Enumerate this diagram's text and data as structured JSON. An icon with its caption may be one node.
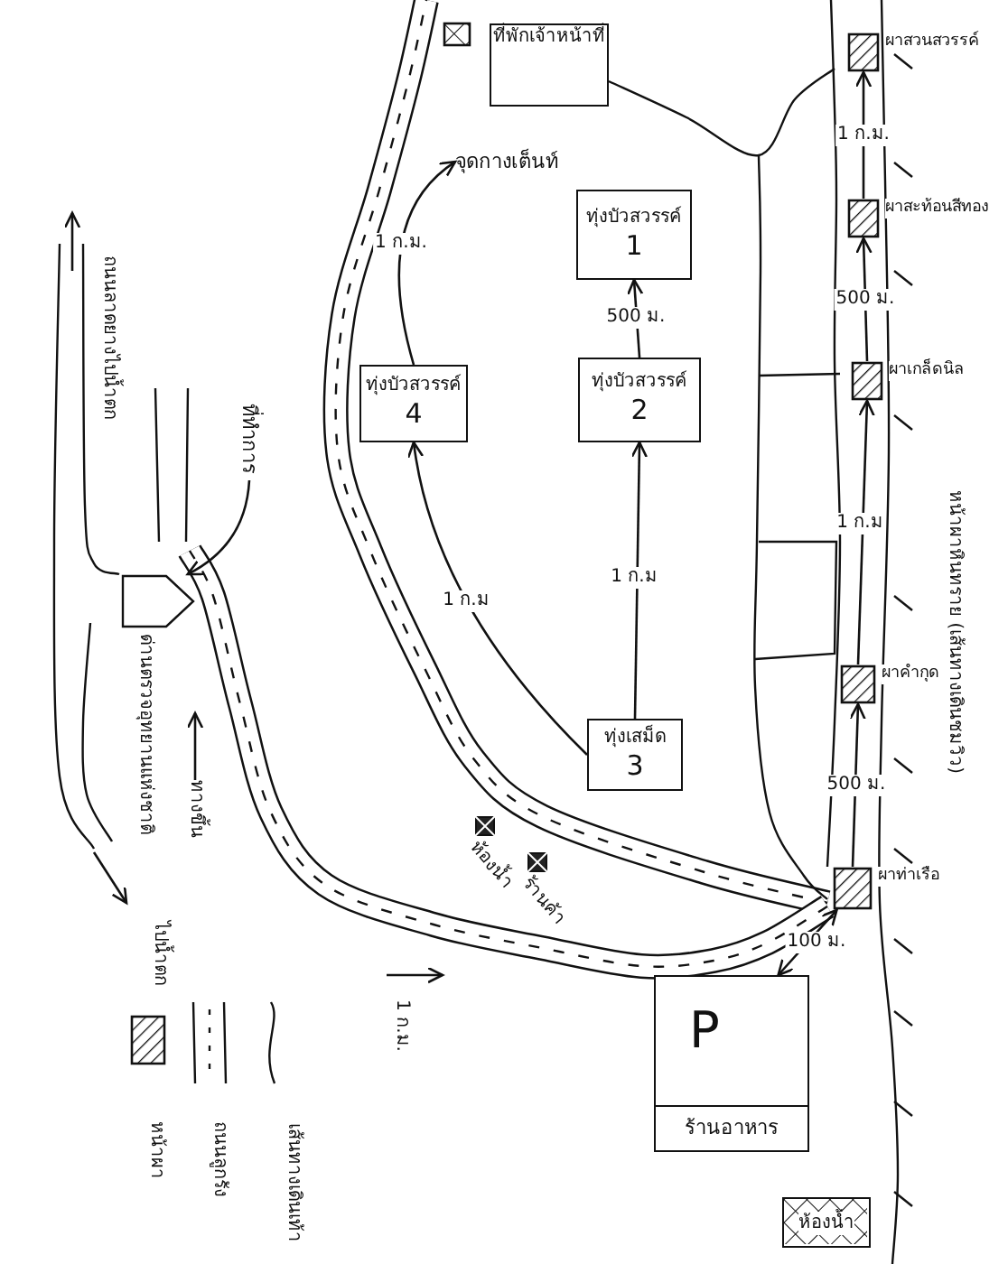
{
  "diagram": {
    "nodes": [
      {
        "text": [],
        "shape": "box"
      },
      {
        "text": [
          "ที่พักเจ้าหน้าที่"
        ]
      },
      {
        "text": [
          "จุดกางเต็นท์"
        ]
      },
      {
        "text": [
          "ทุ่งบัวสวรรค์",
          "1"
        ]
      },
      {
        "text": [
          "ทุ่งบัวสวรรค์",
          "2"
        ]
      },
      {
        "text": [
          "ทุ่งบัวสวรรค์",
          "4"
        ]
      },
      {
        "text": [
          "ทุ่งเสม็ด",
          "3"
        ]
      },
      {
        "text": [
          "ผาสวนสวรรค์"
        ]
      },
      {
        "text": [
          "ผาสะท้อนสีทอง"
        ]
      },
      {
        "text": [
          "ผาเกล็ดนิล"
        ]
      },
      {
        "text": [
          "ผาคำกุด"
        ]
      },
      {
        "text": [
          "ผาท่าเรือ"
        ]
      },
      {
        "text": [
          "P",
          "ร้านอาหาร"
        ]
      },
      {
        "text": [
          "ห้องน้ำ"
        ]
      },
      {
        "text": [
          "ห้องน้ำ"
        ]
      },
      {
        "text": [
          "ร้านค้า"
        ]
      },
      {
        "text": [
          "ที่ทำการ"
        ]
      },
      {
        "text": [
          "ด่านตรวจอุทยานแห่งชาติ"
        ]
      }
    ],
    "edges": [
      {
        "from": 6,
        "to": 4,
        "arrow": "to",
        "label": "1 ก.ม"
      },
      {
        "from": 4,
        "to": 3,
        "arrow": "to",
        "label": "500 ม."
      },
      {
        "from": 6,
        "to": 5,
        "arrow": "to",
        "label": "1 ก.ม"
      },
      {
        "from": 5,
        "to": 2,
        "arrow": "to",
        "label": "1 ก.ม."
      },
      {
        "from": 12,
        "to": 11,
        "arrow": "both",
        "label": "100 ม."
      },
      {
        "from": 11,
        "to": 10,
        "arrow": "to",
        "label": "500 ม."
      },
      {
        "from": 10,
        "to": 9,
        "arrow": "to",
        "label": "1 ก.ม"
      },
      {
        "from": 9,
        "to": 8,
        "arrow": "to",
        "label": "500 ม."
      },
      {
        "from": 8,
        "to": 7,
        "arrow": "to",
        "label": "1 ก.ม."
      },
      {
        "from": 16,
        "to": 17,
        "arrow": "to"
      }
    ],
    "labels": [
      "หน้าผาหินทราย (เส้นทางเดินชมวิว)",
      "ถนนลาดยางไปน้ำตก",
      "ทางขึ้น",
      "ไปน้ำตก",
      "1 ก.ม."
    ],
    "legend": [
      {
        "text": "หน้าผา"
      },
      {
        "text": "ถนนลูกรัง"
      },
      {
        "text": "เส้นทางเดินเท้า"
      }
    ]
  }
}
